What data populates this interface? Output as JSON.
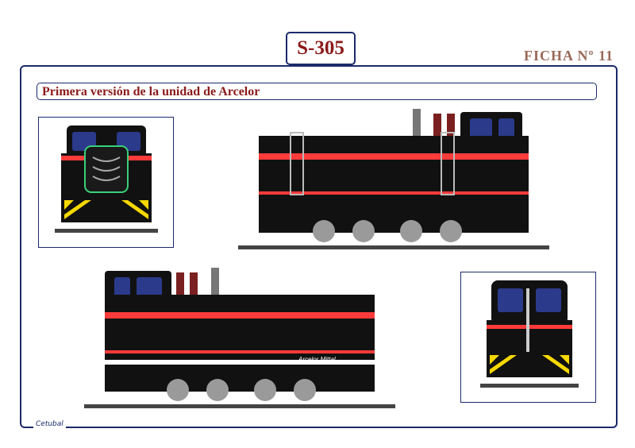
{
  "header": {
    "model": "S-305",
    "sheet": "FICHA Nº 11"
  },
  "section": {
    "title": "Primera versión de la unidad de Arcelor"
  },
  "livery": {
    "brand_text": "Arcelor Mittal",
    "body_color": "#111111",
    "stripe_color": "#ff3b3b",
    "hazard_color": "#f5d800"
  },
  "footer": {
    "credit": "Cetubal"
  }
}
